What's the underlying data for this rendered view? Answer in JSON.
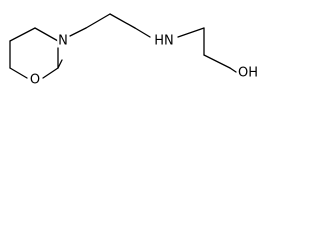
{
  "structure": {
    "atoms": {
      "morpholine_n": "N",
      "morpholine_o": "O",
      "amine": "HN",
      "hydroxyl": "OH"
    },
    "colors": {
      "bond": "#000000",
      "label": "#000000",
      "background": "#ffffff"
    }
  }
}
